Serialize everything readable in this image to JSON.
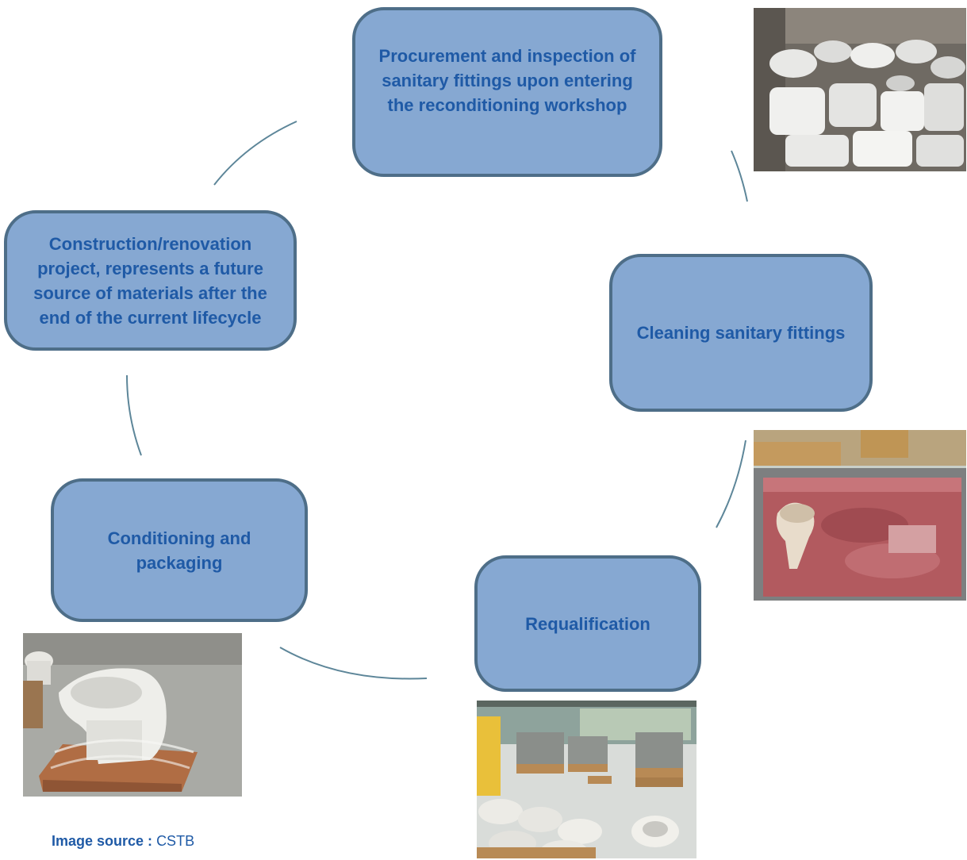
{
  "steps": {
    "procurement": "Procurement and inspection of sanitary fittings upon entering the reconditioning workshop",
    "cleaning": "Cleaning sanitary fittings",
    "requalification": "Requalification",
    "conditioning": "Conditioning and packaging",
    "construction": "Construction/renovation project, represents a future source of materials after the end of the current lifecycle"
  },
  "photos": {
    "procurement": "stored used toilets and sinks",
    "cleaning": "fittings soaking in cleaning tank",
    "requalification": "warehouse with crates and washbasins",
    "conditioning": "wrapped toilet on pallet"
  },
  "source": {
    "label": "Image source :",
    "value": "CSTB"
  },
  "colors": {
    "box_fill": "#86a8d2",
    "box_border": "#4e6e88",
    "text": "#1f5aa6",
    "connector": "#5d8699"
  }
}
